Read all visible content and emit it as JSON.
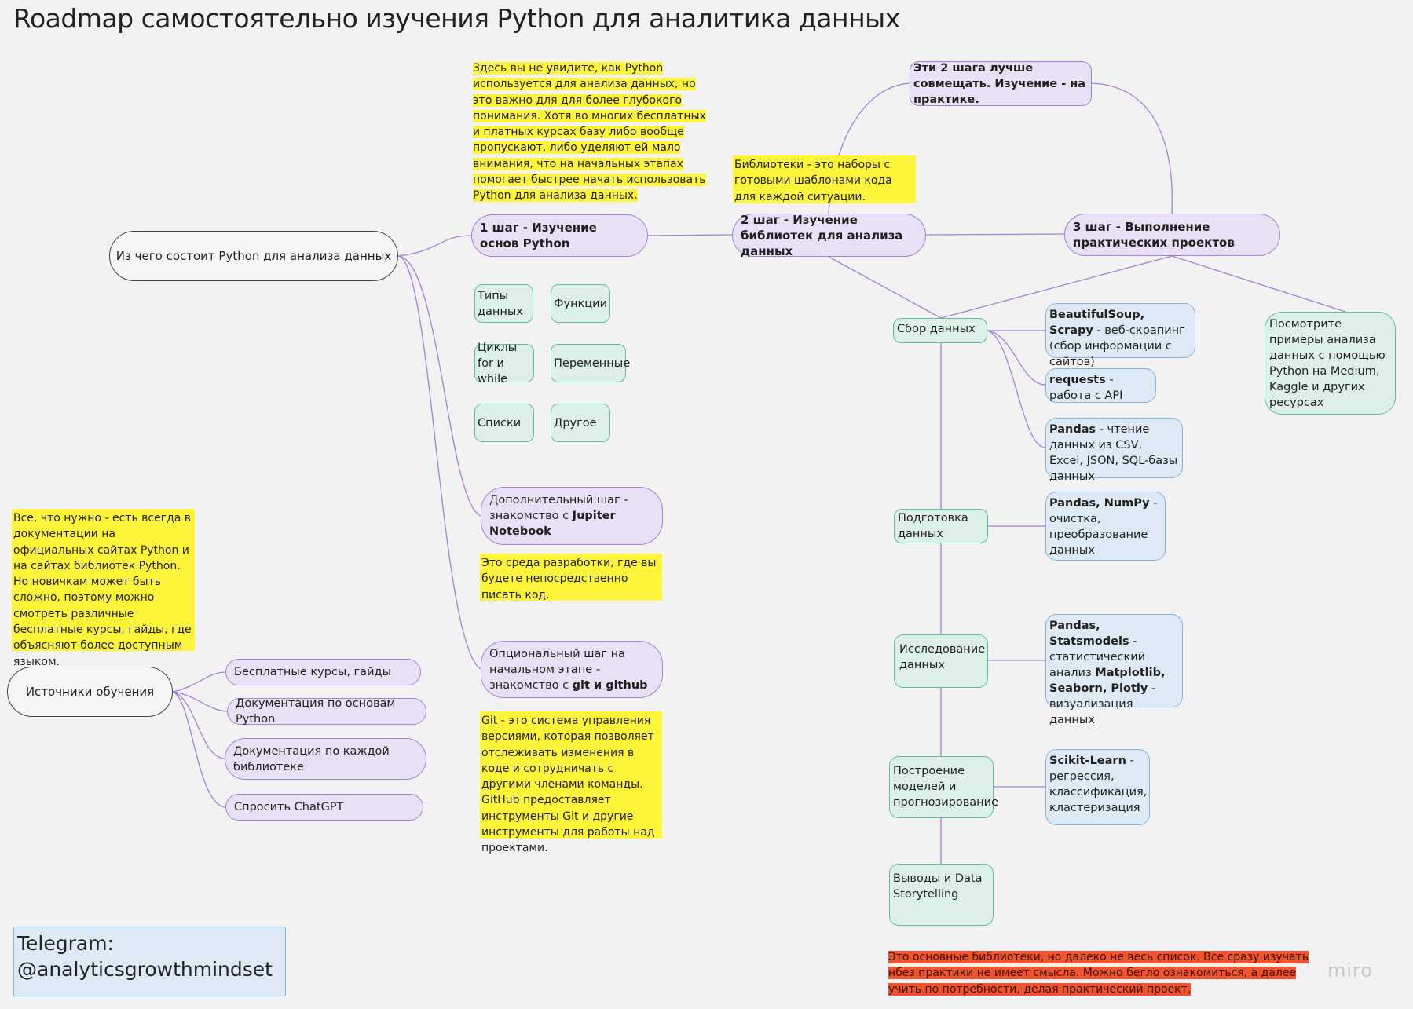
{
  "title": "Roadmap самостоятельно изучения Python для аналитика данных",
  "root_node": "Из чего состоит Python для анализа данных",
  "steps": {
    "step1": "1 шаг - Изучение основ Python",
    "step2": "2 шаг - Изучение библиотек для анализа данных",
    "step3": "3 шаг - Выполнение практических проектов",
    "combine_note": "Эти 2 шага лучше совмещать. Изучение - на практике."
  },
  "basics": [
    "Типы данных",
    "Функции",
    "Циклы for и while",
    "Переменные",
    "Списки",
    "Другое"
  ],
  "extra_step": {
    "prefix": "Дополнительный шаг - знакомство с ",
    "bold": "Jupiter Notebook"
  },
  "optional_step": {
    "prefix": "Опциональный шаг на начальном этапе - знакомство с ",
    "bold": "git и github"
  },
  "notes": {
    "basics_note": "Здесь вы не увидите, как Python используется для анализа данных, но это важно для для более глубокого понимания. Хотя во многих бесплатных и платных курсах базу либо вообще пропускают, либо уделяют ей мало внимания, что на начальных этапах помогает быстрее начать использовать Python для анализа данных.",
    "libraries_note": "Библиотеки - это наборы с готовыми шаблонами кода для каждой ситуации.",
    "jupyter_note": "Это среда разработки, где вы будете непосредственно писать код.",
    "git_note": "Git - это система управления версиями, которая позволяет отслеживать изменения в коде и сотрудничать с другими членами команды. GitHub предоставляет инструменты Git и другие инструменты для работы над проектами.",
    "docs_note": "Все, что нужно - есть всегда в документации на официальных сайтах Python и на сайтах библиотек Python. Но новичкам может быть сложно, поэтому можно смотреть различные бесплатные курсы, гайды, где объясняют более доступным языком.",
    "red_note": "Это основные библиотеки, но далеко не весь список. Все сразу изучать нбез практики не имеет смысла. Можно бегло ознакомиться, а далее учить по потребности, делая практический проект."
  },
  "sources": {
    "root": "Источники обучения",
    "items": [
      "Бесплатные курсы, гайды",
      "Документация по основам Python",
      "Документация по каждой библиотеке",
      "Спросить ChatGPT"
    ]
  },
  "pipeline": {
    "stages": [
      "Сбор данных",
      "Подготовка данных",
      "Исследование данных",
      "Построение моделей и прогнозирование",
      "Выводы и Data Storytelling"
    ],
    "libs": [
      {
        "bold": "BeautifulSoup, Scrapy",
        "text": " - веб-скрапинг (сбор информации с сайтов)"
      },
      {
        "bold": "requests",
        "text": " - работа с API"
      },
      {
        "bold": "Pandas",
        "text": " - чтение данных из CSV, Excel, JSON, SQL-базы данных"
      },
      {
        "bold": "Pandas, NumPy",
        "text": " - очистка, преобразование данных"
      },
      {
        "bold": "Pandas, Statsmodels",
        "text": " - статистический анализ",
        "bold2": "Matplotlib, Seaborn, Plotly",
        "text2": " - визуализация данных"
      },
      {
        "bold": "Scikit-Learn",
        "text": " - регрессия, классификация, кластеризация"
      }
    ]
  },
  "examples_note": "Посмотрите примеры анализа данных с помощью Python на Medium, Kaggle и других ресурсах",
  "telegram": {
    "label": "Telegram:",
    "handle": "@analyticsgrowthmindset"
  },
  "watermark": "miro",
  "colors": {
    "background": "#f2f2f2",
    "purple_fill": "#e8e0f5",
    "purple_border": "#a67fd6",
    "green_fill": "#dcefe8",
    "green_border": "#5cbf98",
    "blue_fill": "#dde9f5",
    "blue_border": "#7fb6e0",
    "highlight_yellow": "#fef53a",
    "highlight_red": "#f0532d"
  }
}
